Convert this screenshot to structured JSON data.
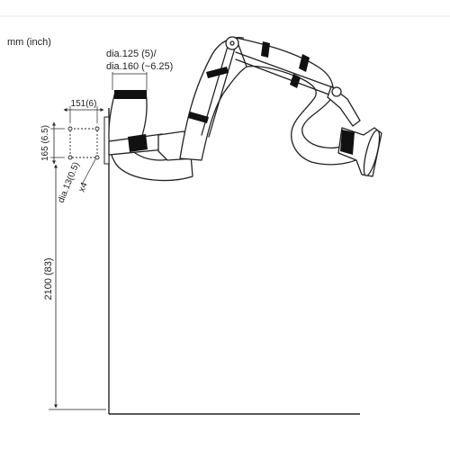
{
  "units_label": "mm (inch)",
  "dimensions": {
    "hose_diameter_line1": "dia.125 (5)/",
    "hose_diameter_line2": "dia.160 (~6.25)",
    "bracket_width": "151(6)",
    "bracket_height": "165 (6.5)",
    "hole_diameter": "dia.13(0.5)",
    "hole_count": "x4",
    "mount_height": "2100 (83)"
  },
  "colors": {
    "line": "#222222",
    "band": "#111111",
    "background": "#ffffff",
    "axis_line": "#e6e6e6"
  }
}
